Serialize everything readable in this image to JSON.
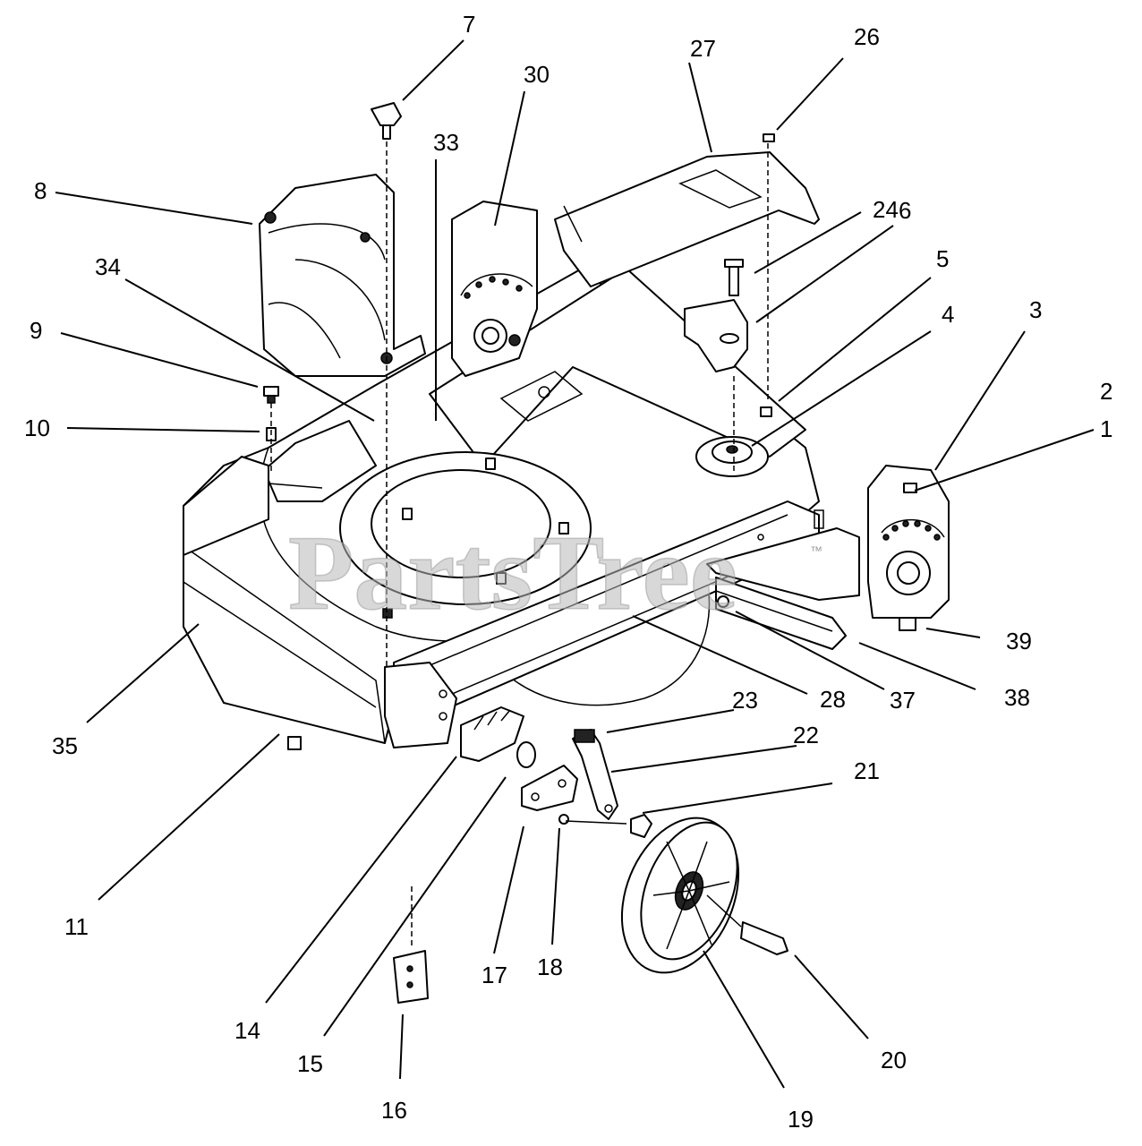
{
  "watermark": {
    "text": "PartsTree",
    "trademark": "™"
  },
  "part_labels": [
    "1",
    "2",
    "3",
    "4",
    "5",
    "6",
    "7",
    "8",
    "9",
    "10",
    "11",
    "14",
    "15",
    "16",
    "17",
    "18",
    "19",
    "20",
    "21",
    "22",
    "23",
    "24",
    "26",
    "27",
    "28",
    "30",
    "33",
    "34",
    "35",
    "37",
    "38",
    "39"
  ],
  "colors": {
    "line": "#000000",
    "background": "#ffffff",
    "watermark": "#b8b8b8"
  }
}
